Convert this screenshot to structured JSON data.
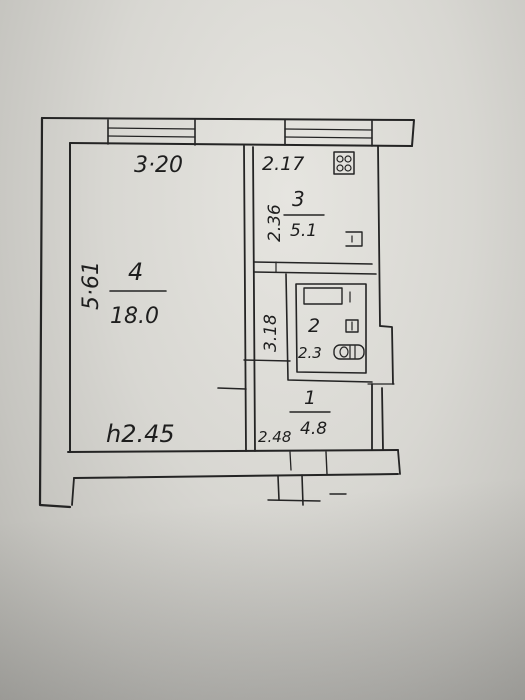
{
  "rooms": [
    {
      "id": "room-4",
      "number": "4",
      "area": "18.0",
      "dimensions": [
        "3·20",
        "5·61"
      ],
      "height": "h2.45"
    },
    {
      "id": "room-3",
      "number": "3",
      "area": "5.1",
      "dimensions": [
        "2.17",
        "2.36"
      ]
    },
    {
      "id": "room-2",
      "number": "2",
      "area": "2.3",
      "dimensions": [
        "3.18"
      ]
    },
    {
      "id": "room-1",
      "number": "1",
      "area": "4.8",
      "dimensions": [
        "2.48"
      ]
    }
  ]
}
